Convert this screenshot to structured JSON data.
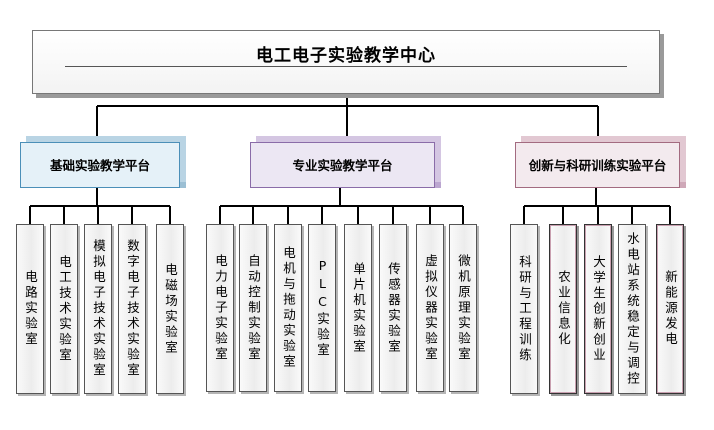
{
  "root": {
    "title": "电工电子实验教学中心"
  },
  "platforms": [
    {
      "label": "基础实验教学平台",
      "labs": [
        "电路实验室",
        "电工技术实验室",
        "模拟电子技术实验室",
        "数字电子技术实验室",
        "电磁场实验室"
      ]
    },
    {
      "label": "专业实验教学平台",
      "labs": [
        "电力电子实验室",
        "自动控制实验室",
        "电机与拖动实验室",
        "PLC实验室",
        "单片机实验室",
        "传感器实验室",
        "虚拟仪器实验室",
        "微机原理实验室"
      ]
    },
    {
      "label": "创新与科研训练实验平台",
      "labs": [
        "科研与工程训练",
        "农业信息化",
        "大学生创新创业",
        "水电站系统稳定与调控",
        "新能源发电"
      ]
    }
  ]
}
